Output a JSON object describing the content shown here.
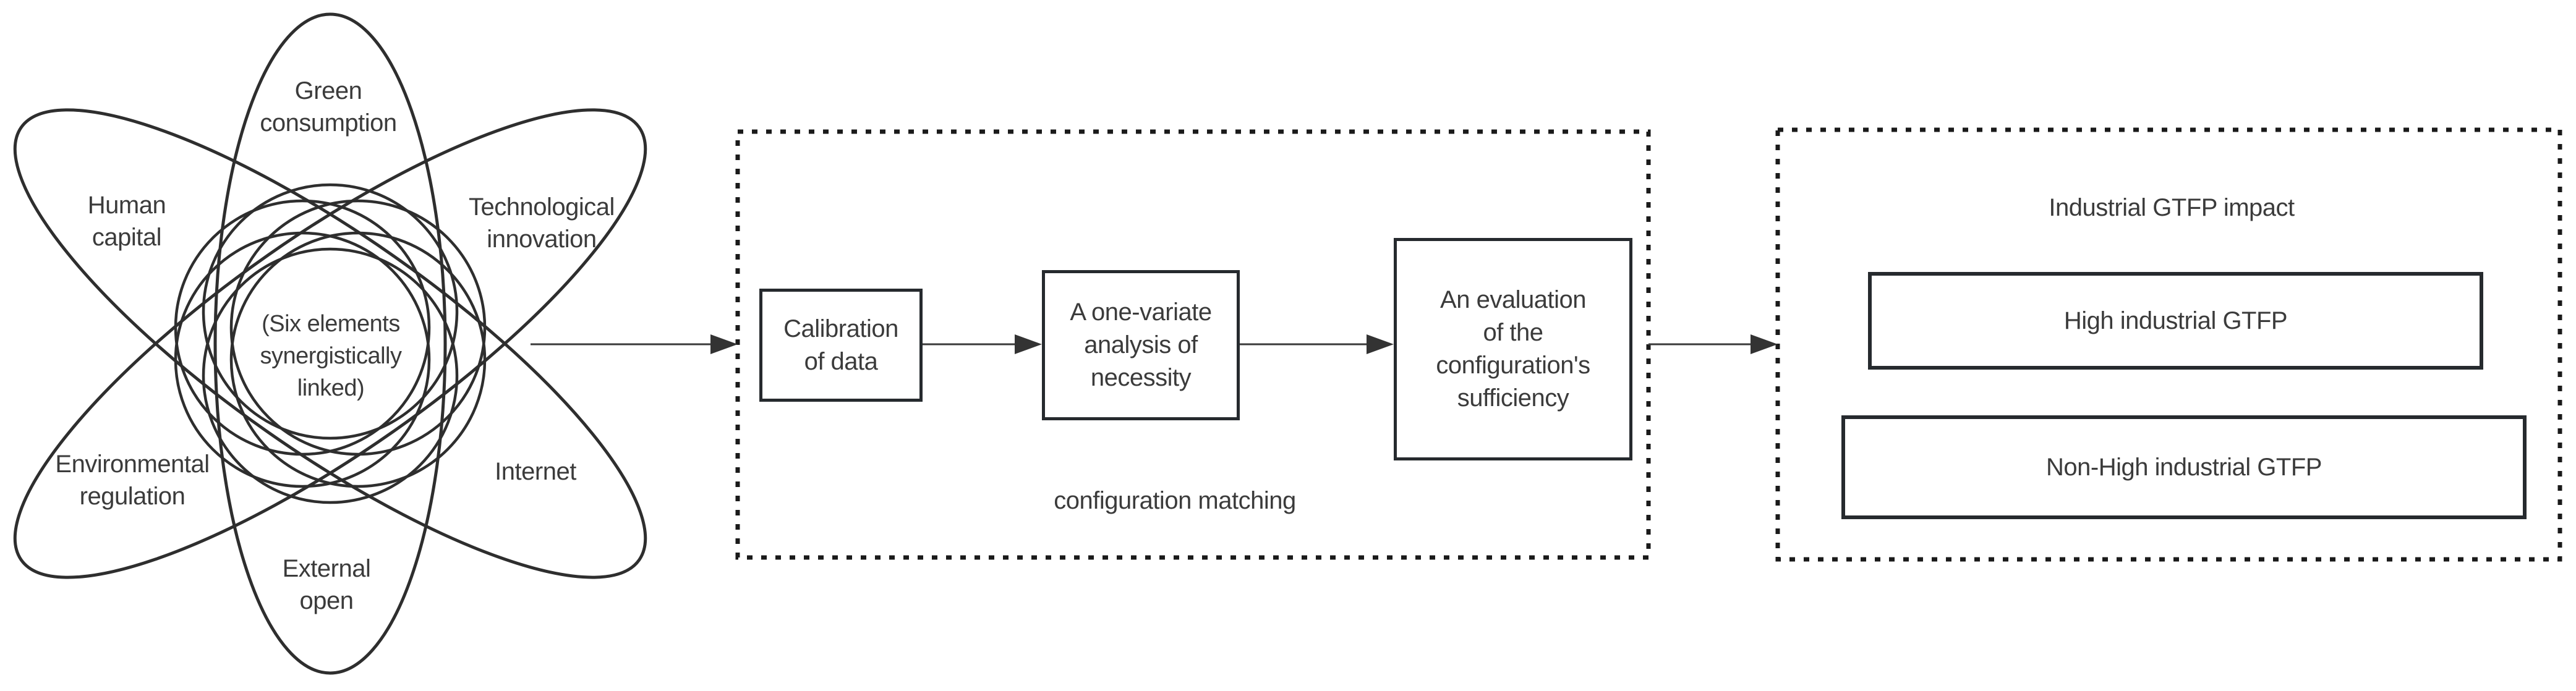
{
  "flower": {
    "petals": {
      "green_consumption": {
        "lines": [
          "Green",
          "consumption"
        ]
      },
      "human_capital": {
        "lines": [
          "Human",
          "capital"
        ]
      },
      "technological_innovation": {
        "lines": [
          "Technological",
          "innovation"
        ]
      },
      "environmental_regulation": {
        "lines": [
          "Environmental",
          "regulation"
        ]
      },
      "internet": {
        "lines": [
          "Internet"
        ]
      },
      "external_open": {
        "lines": [
          "External",
          "open"
        ]
      }
    },
    "center": {
      "lines": [
        "(Six elements",
        "synergistically",
        "linked)"
      ]
    }
  },
  "process": {
    "caption": "configuration matching",
    "steps": {
      "calibration": {
        "lines": [
          "Calibration",
          "of data"
        ]
      },
      "necessity": {
        "lines": [
          "A one-variate",
          "analysis of",
          "necessity"
        ]
      },
      "sufficiency": {
        "lines": [
          "An evaluation",
          "of the",
          "configuration's",
          "sufficiency"
        ]
      }
    }
  },
  "outcome": {
    "title": "Industrial GTFP impact",
    "high": {
      "label": "High industrial GTFP"
    },
    "non_high": {
      "label": "Non-High industrial GTFP"
    }
  },
  "colors": {
    "stroke": "#2e2e2e",
    "text": "#3b3b3b",
    "border": "#262a2e",
    "dotted": "#1a1a1a",
    "arrow": "#3a3a3a",
    "background": "#ffffff"
  }
}
